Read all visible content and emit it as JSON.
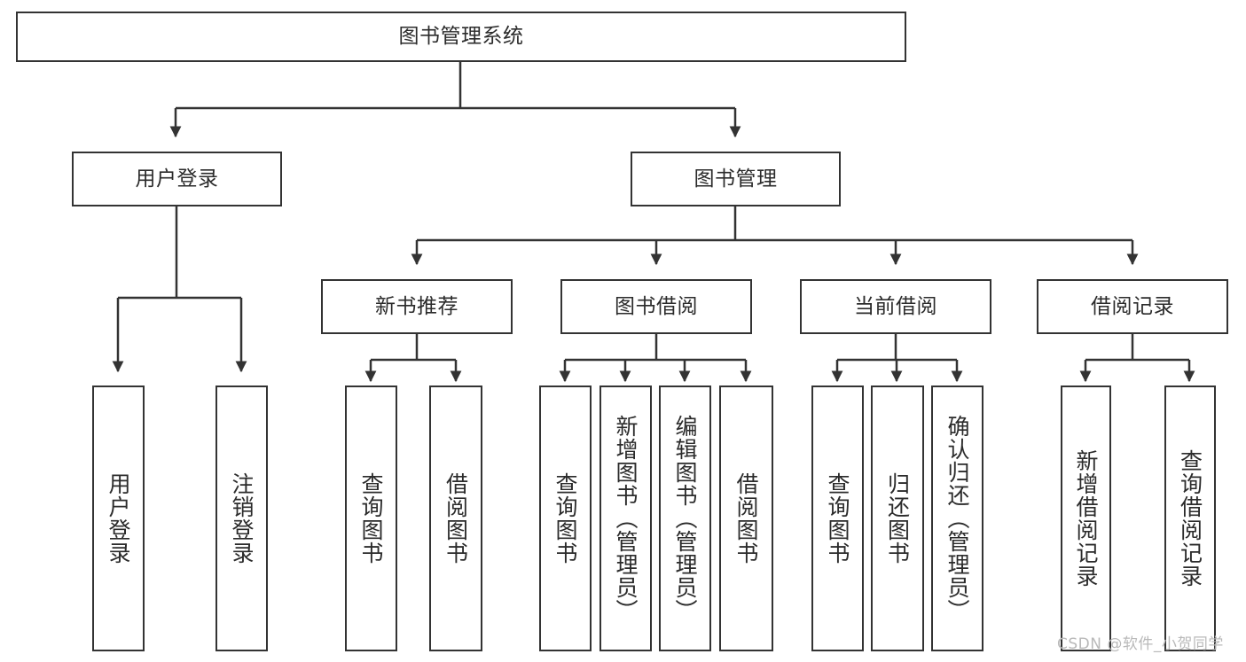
{
  "diagram": {
    "title": "图书管理系统",
    "type": "tree-hierarchy-chart",
    "watermark": "CSDN @软件_小贺同学",
    "colors": {
      "border": "#333333",
      "text": "#2b2b2b",
      "background": "#ffffff",
      "watermark": "#b9b9b9"
    },
    "root": {
      "id": "root",
      "label": "图书管理系统"
    },
    "level1": [
      {
        "id": "user-login",
        "label": "用户登录"
      },
      {
        "id": "book-manage",
        "label": "图书管理"
      }
    ],
    "level2": [
      {
        "id": "new-book-rec",
        "label": "新书推荐"
      },
      {
        "id": "book-borrow",
        "label": "图书借阅"
      },
      {
        "id": "current-borrow",
        "label": "当前借阅"
      },
      {
        "id": "borrow-record",
        "label": "借阅记录"
      }
    ],
    "leaves": {
      "user_login": [
        {
          "id": "leaf-user-login",
          "label": "用户登录"
        },
        {
          "id": "leaf-logout-login",
          "label": "注销登录"
        }
      ],
      "new_book_rec": [
        {
          "id": "leaf-query-book-1",
          "label": "查询图书"
        },
        {
          "id": "leaf-borrow-book-1",
          "label": "借阅图书"
        }
      ],
      "book_borrow": [
        {
          "id": "leaf-query-book-2",
          "label": "查询图书"
        },
        {
          "id": "leaf-add-book",
          "label": "新增图书（管理员）"
        },
        {
          "id": "leaf-edit-book",
          "label": "编辑图书（管理员）"
        },
        {
          "id": "leaf-borrow-book-2",
          "label": "借阅图书"
        }
      ],
      "current_borrow": [
        {
          "id": "leaf-query-book-3",
          "label": "查询图书"
        },
        {
          "id": "leaf-return-book",
          "label": "归还图书"
        },
        {
          "id": "leaf-confirm-return",
          "label": "确认归还（管理员）"
        }
      ],
      "borrow_record": [
        {
          "id": "leaf-add-record",
          "label": "新增借阅记录"
        },
        {
          "id": "leaf-query-record",
          "label": "查询借阅记录"
        }
      ]
    }
  }
}
